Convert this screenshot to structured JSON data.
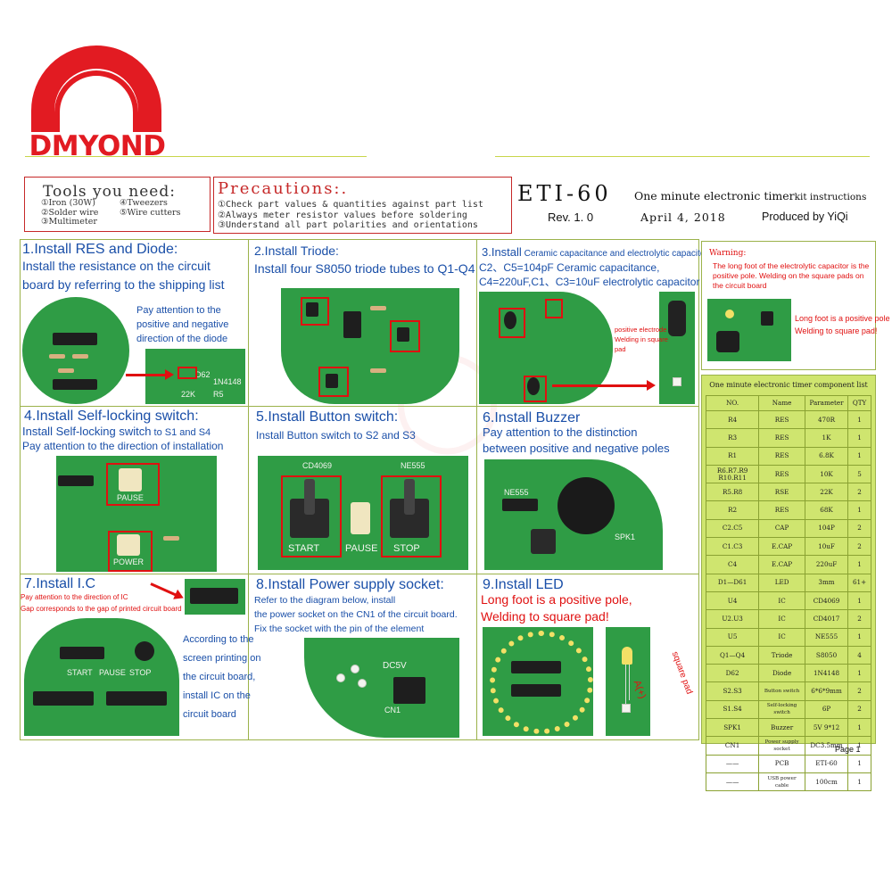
{
  "brand": {
    "name": "DMYOND",
    "color": "#e21b22"
  },
  "tools": {
    "title": "Tools you need:",
    "items": [
      "①Iron (30W)",
      "④Tweezers",
      "②Solder wire",
      "⑤Wire cutters",
      "③Multimeter"
    ]
  },
  "precautions": {
    "title": "Precautions:.",
    "items": [
      "①Check part values & quantities against part list",
      "②Always meter resistor values before soldering",
      "③Understand all part polarities and orientations"
    ]
  },
  "header": {
    "title": "ETI-60",
    "subtitle_main": "One minute electronic timer",
    "subtitle_small": "kit instructions",
    "rev": "Rev. 1. 0",
    "date": "April 4, 2018",
    "produced": "Produced by YiQi"
  },
  "steps": {
    "s1": {
      "title": "1.Install RES and Diode:",
      "line1": "Install the resistance on the circuit",
      "line2": "board by referring to the shipping list",
      "note1": "Pay attention to the",
      "note2": "positive and negative",
      "note3": "direction of the diode",
      "silk1": "D62",
      "silk2": "1N4148",
      "silk3": "R5",
      "silk4": "22K"
    },
    "s2": {
      "title": "2.Install Triode:",
      "line1": "Install four S8050 triode tubes to Q1-Q4"
    },
    "s3": {
      "title_a": "3.Install",
      "title_b": " Ceramic capacitance and electrolytic capacitor:",
      "line1": "C2、C5=104pF Ceramic capacitance,",
      "line2": "C4=220uF,C1、C3=10uF electrolytic capacitor",
      "note1": "positive electrode",
      "note2": "Welding in square",
      "note3": "pad"
    },
    "s4": {
      "title": "4.Install Self-locking switch:",
      "line1_a": "Install Self-locking switch",
      "line1_b": " to S1 and S4",
      "line2": "Pay attention to the direction of installation",
      "silk1": "PAUSE",
      "silk2": "POWER"
    },
    "s5": {
      "title": "5.Install Button switch:",
      "line1": "Install Button switch to S2 and S3",
      "silk1": "START",
      "silk2": "PAUSE",
      "silk3": "STOP",
      "silk4": "CD4069",
      "silk5": "NE555"
    },
    "s6": {
      "title": "6.Install Buzzer",
      "line1": "Pay attention to the distinction",
      "line2": "between positive and negative poles",
      "silk1": "NE555",
      "silk2": "SPK1"
    },
    "s7": {
      "title": "7.Install I.C",
      "line1": "Pay attention to the direction of IC",
      "line2": "Gap corresponds to the gap of printed circuit board",
      "note1": "According to the",
      "note2": "screen printing on",
      "note3": "the circuit board,",
      "note4": "install IC on the",
      "note5": "circuit board",
      "silk1": "START",
      "silk2": "PAUSE",
      "silk3": "STOP"
    },
    "s8": {
      "title": "8.Install Power supply socket:",
      "line1": "Refer to the diagram below, install",
      "line2": "the power socket on the CN1 of the circuit board.",
      "line3": "Fix the socket with the pin of the element",
      "silk1": "DC5V",
      "silk2": "CN1"
    },
    "s9": {
      "title": "9.Install LED",
      "line1": "Long foot is a positive pole,",
      "line2": "Welding to square pad!",
      "anno1": "A(+)",
      "anno2": "square pad"
    }
  },
  "warning": {
    "title": "Warning:",
    "text": "The long foot of the electrolytic capacitor is the positive pole. Welding on the square pads on the circuit board",
    "label1": "Long foot is a positive pole",
    "label2": "Welding to square pad!"
  },
  "component_list": {
    "title": "One minute electronic timer component list",
    "headers": [
      "NO.",
      "Name",
      "Parameter",
      "QTY"
    ],
    "rows": [
      [
        "R4",
        "RES",
        "470R",
        "1"
      ],
      [
        "R3",
        "RES",
        "1K",
        "1"
      ],
      [
        "R1",
        "RES",
        "6.8K",
        "1"
      ],
      [
        "R6.R7.R9 R10.R11",
        "RES",
        "10K",
        "5"
      ],
      [
        "R5.R8",
        "RSE",
        "22K",
        "2"
      ],
      [
        "R2",
        "RES",
        "68K",
        "1"
      ],
      [
        "C2.C5",
        "CAP",
        "104P",
        "2"
      ],
      [
        "C1.C3",
        "E.CAP",
        "10uF",
        "2"
      ],
      [
        "C4",
        "E.CAP",
        "220uF",
        "1"
      ],
      [
        "D1—D61",
        "LED",
        "3mm",
        "61+"
      ],
      [
        "U4",
        "IC",
        "CD4069",
        "1"
      ],
      [
        "U2.U3",
        "IC",
        "CD4017",
        "2"
      ],
      [
        "U5",
        "IC",
        "NE555",
        "1"
      ],
      [
        "Q1—Q4",
        "Triode",
        "S8050",
        "4"
      ],
      [
        "D62",
        "Diode",
        "1N4148",
        "1"
      ],
      [
        "S2.S3",
        "Button switch",
        "6*6*9mm",
        "2"
      ],
      [
        "S1.S4",
        "Self-locking switch",
        "6P",
        "2"
      ],
      [
        "SPK1",
        "Buzzer",
        "5V 9*12",
        "1"
      ],
      [
        "CN1",
        "Power supply socket",
        "DC3.5mm",
        "1"
      ],
      [
        "——",
        "PCB",
        "ETI-60",
        "1"
      ],
      [
        "——",
        "USB power cable",
        "100cm",
        "1"
      ]
    ]
  },
  "page": {
    "label": "Page 1"
  }
}
